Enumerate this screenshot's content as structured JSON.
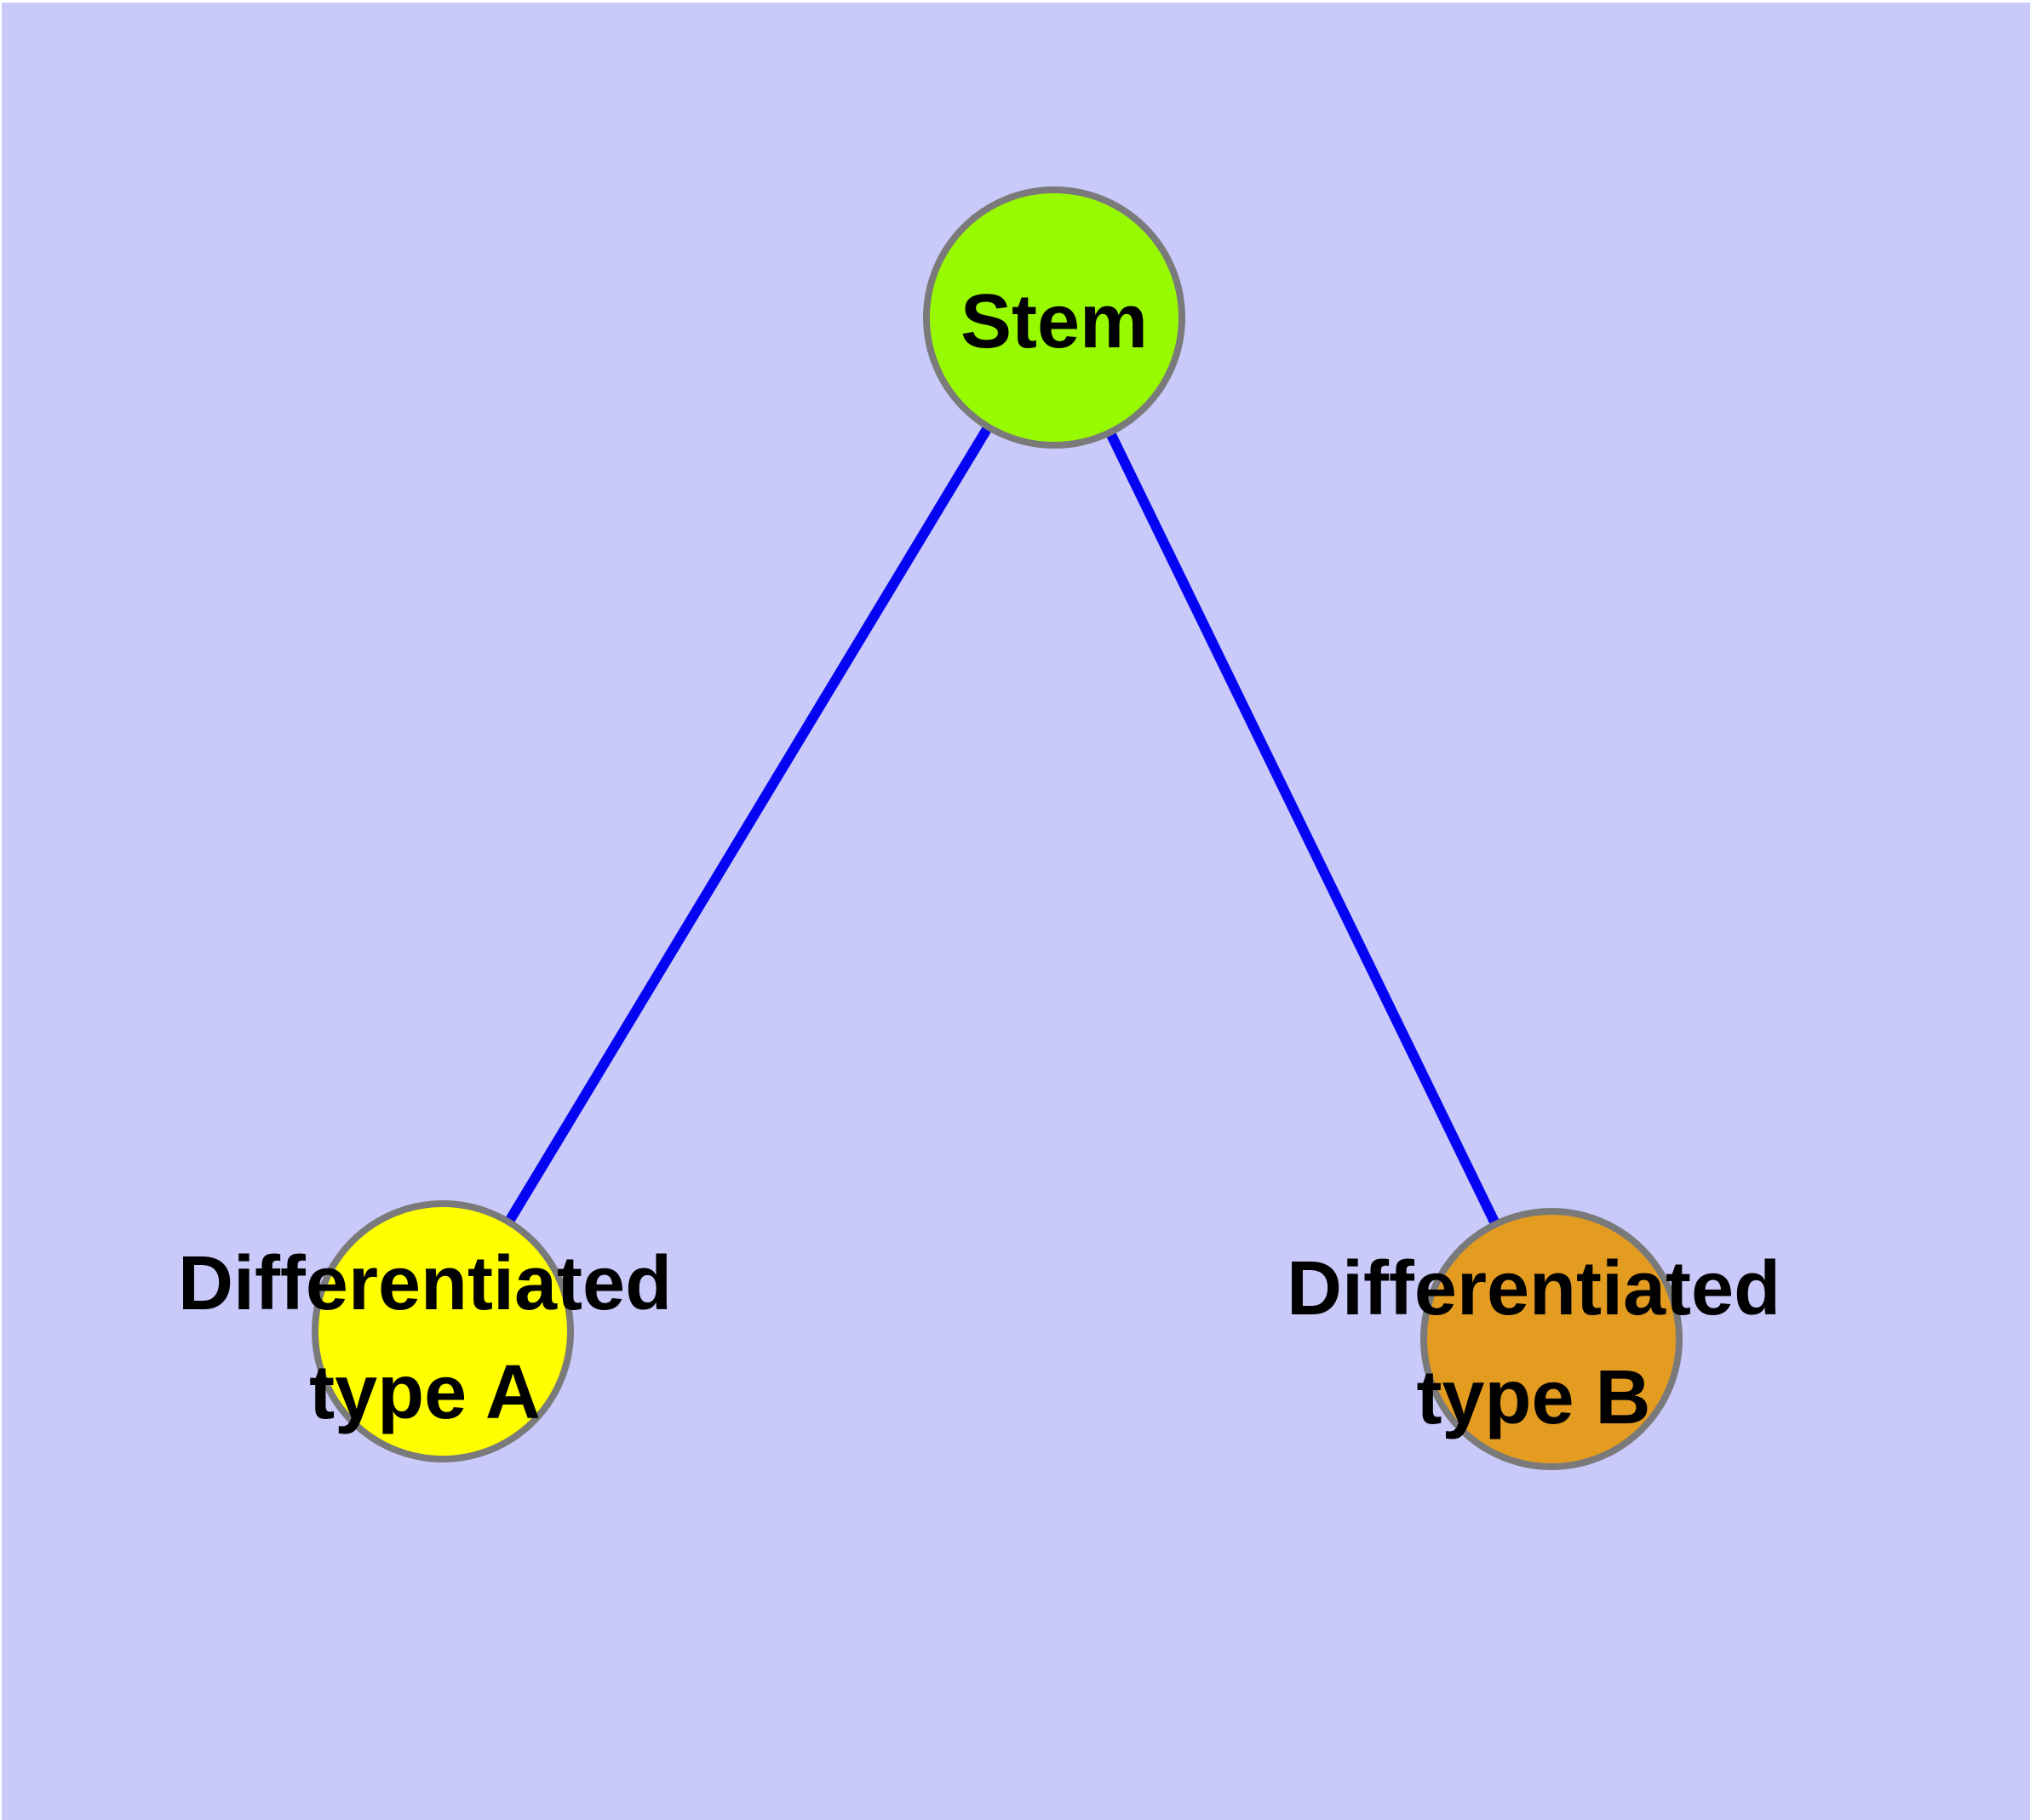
{
  "diagram": {
    "background_color": "#C9C9FA",
    "frame_color": "#FFFFFF",
    "edge_color": "#0404F2",
    "node_border_color": "#7A7A7A",
    "label_color": "#000000",
    "nodes": [
      {
        "id": "stem",
        "label": "Stem",
        "label_line1": "Stem",
        "label_line2": "",
        "fill": "#98FA00"
      },
      {
        "id": "type-a",
        "label": "Differentiated type A",
        "label_line1": "Differentiated",
        "label_line2": "type A",
        "fill": "#FFFF00"
      },
      {
        "id": "type-b",
        "label": "Differentiated type B",
        "label_line1": "Differentiated",
        "label_line2": "type B",
        "fill": "#E39C20"
      }
    ],
    "edges": [
      {
        "from": "Stem",
        "to": "Differentiated type A"
      },
      {
        "from": "Stem",
        "to": "Differentiated type B"
      }
    ]
  }
}
